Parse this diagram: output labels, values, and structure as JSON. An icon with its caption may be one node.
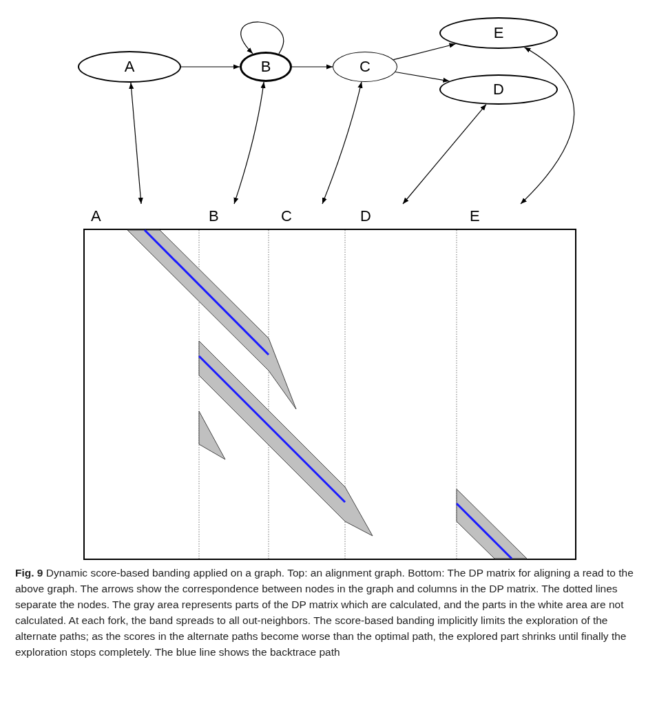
{
  "diagram": {
    "caption": "**Fig. 9** Dynamic score-based banding applied on a graph. Top: an alignment graph. Bottom: The DP matrix for aligning a read to the above graph. The arrows show the correspondence between nodes in the graph and columns in the DP matrix. The dotted lines separate the nodes. The gray area represents parts of the DP matrix which are calculated, and the parts in the white area are not calculated. At each fork, the band spreads to all out-neighbors. The score-based banding implicitly limits the exploration of the alternate paths; as the scores in the alternate paths become worse than the optimal path, the explored part shrinks until finally the exploration stops completely. The blue line shows the backtrace path",
    "nodes": [
      {
        "text": [
          "A"
        ]
      },
      {
        "text": [
          "B"
        ]
      },
      {
        "text": [
          "C"
        ]
      },
      {
        "text": [
          "E"
        ]
      },
      {
        "text": [
          "D"
        ]
      },
      {
        "text": [
          "A"
        ]
      },
      {
        "text": [
          "B"
        ]
      },
      {
        "text": [
          "C"
        ]
      },
      {
        "text": [
          "D"
        ]
      },
      {
        "text": [
          "E"
        ]
      }
    ],
    "edges": [
      {
        "from": 0,
        "to": 1,
        "arrow": "to"
      },
      {
        "from": 1,
        "to": 1,
        "arrow": "to"
      },
      {
        "from": 1,
        "to": 2,
        "arrow": "to"
      },
      {
        "from": 2,
        "to": 3,
        "arrow": "to"
      },
      {
        "from": 2,
        "to": 4,
        "arrow": "to"
      },
      {
        "from": 0,
        "to": 5,
        "arrow": "both"
      },
      {
        "from": 1,
        "to": 6,
        "arrow": "both"
      },
      {
        "from": 2,
        "to": 7,
        "arrow": "both"
      },
      {
        "from": 4,
        "to": 8,
        "arrow": "both"
      },
      {
        "from": 3,
        "to": 9,
        "arrow": "both"
      }
    ]
  }
}
